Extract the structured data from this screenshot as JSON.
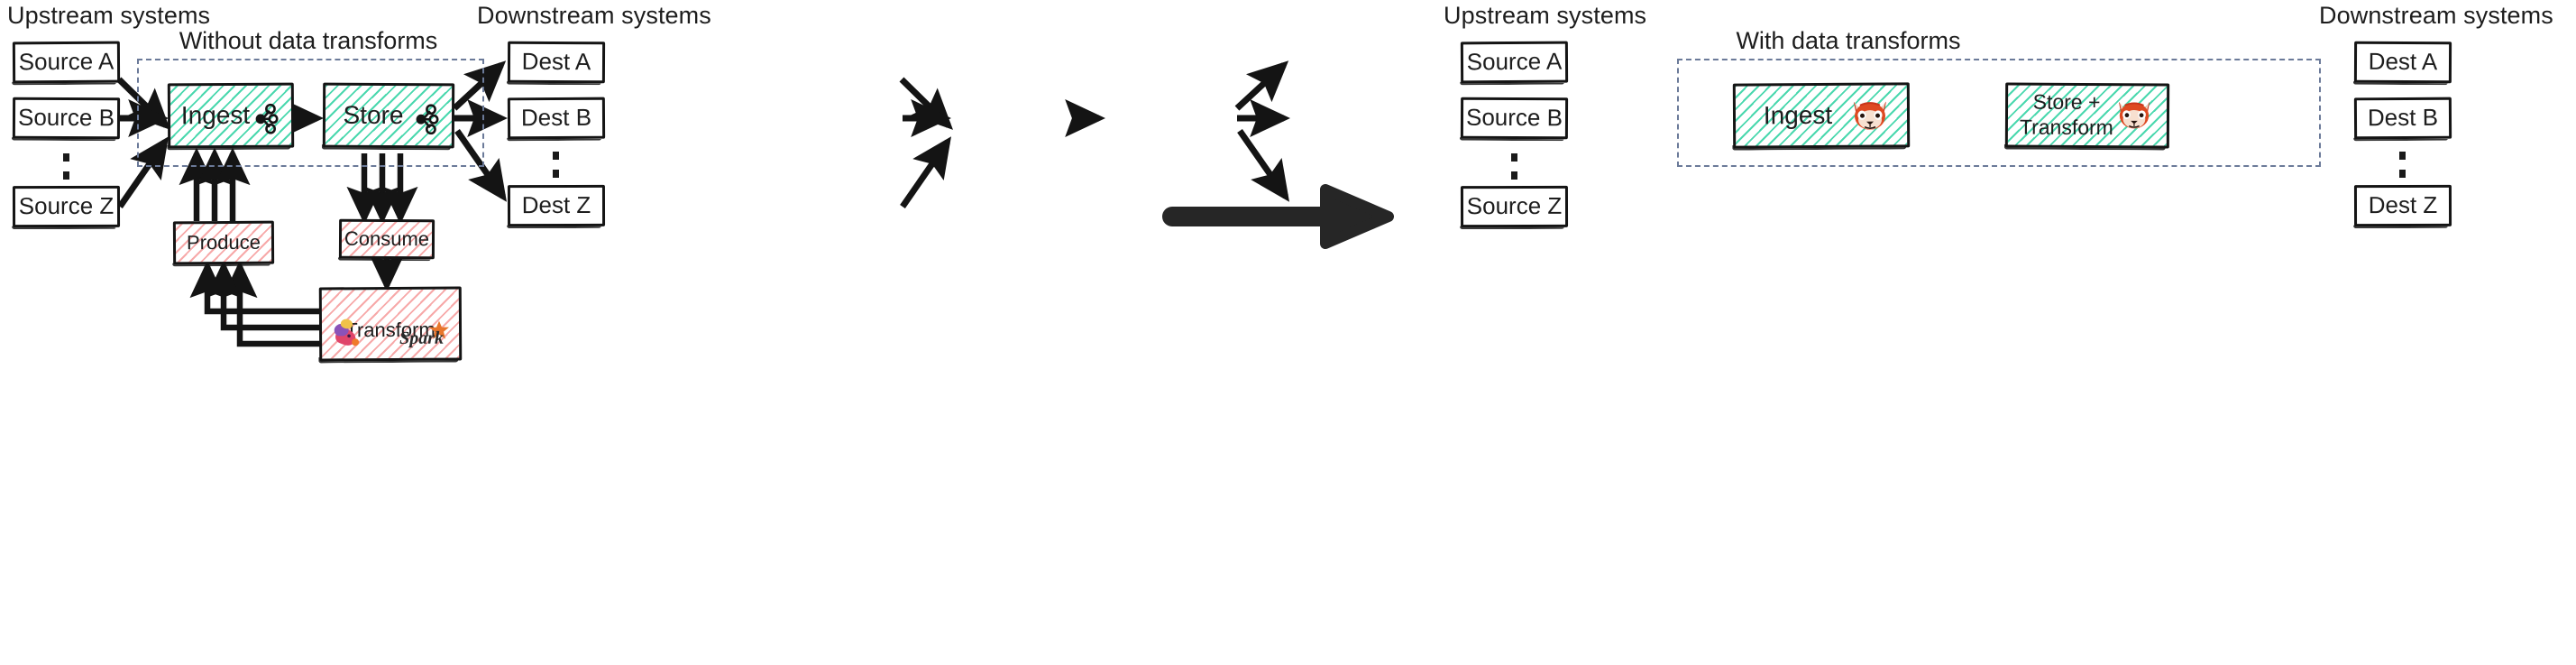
{
  "diagram": {
    "title_left": "Without data transforms",
    "title_right": "With data transforms",
    "colors": {
      "hatch_teal": "#40d6aa",
      "hatch_pink": "#f48c8c",
      "dashed_border": "#6b7a99",
      "stroke": "#141414",
      "redpanda_red": "#e03a1e",
      "spark_orange": "#e8762c"
    }
  },
  "left_panel": {
    "upstream_caption": "Upstream systems",
    "downstream_caption": "Downstream systems",
    "title": "Without data transforms",
    "sources": [
      {
        "label": "Source A"
      },
      {
        "label": "Source B"
      },
      {
        "label": "Source Z"
      }
    ],
    "destinations": [
      {
        "label": "Dest A"
      },
      {
        "label": "Dest B"
      },
      {
        "label": "Dest Z"
      }
    ],
    "platform_nodes": [
      {
        "label": "Ingest",
        "icon": "kafka-icon"
      },
      {
        "label": "Store",
        "icon": "kafka-icon"
      }
    ],
    "external_nodes": [
      {
        "label": "Produce"
      },
      {
        "label": "Consume"
      },
      {
        "label": "Transform",
        "icons": [
          "flink-icon",
          "spark-icon"
        ]
      }
    ]
  },
  "right_panel": {
    "upstream_caption": "Upstream systems",
    "downstream_caption": "Downstream systems",
    "title": "With data transforms",
    "sources": [
      {
        "label": "Source A"
      },
      {
        "label": "Source B"
      },
      {
        "label": "Source Z"
      }
    ],
    "destinations": [
      {
        "label": "Dest A"
      },
      {
        "label": "Dest B"
      },
      {
        "label": "Dest Z"
      }
    ],
    "platform_nodes": [
      {
        "label": "Ingest",
        "icon": "redpanda-icon"
      },
      {
        "label": "Store +\nTransform",
        "icon": "redpanda-icon"
      }
    ]
  },
  "transition": {
    "icon": "big-right-arrow-icon"
  }
}
